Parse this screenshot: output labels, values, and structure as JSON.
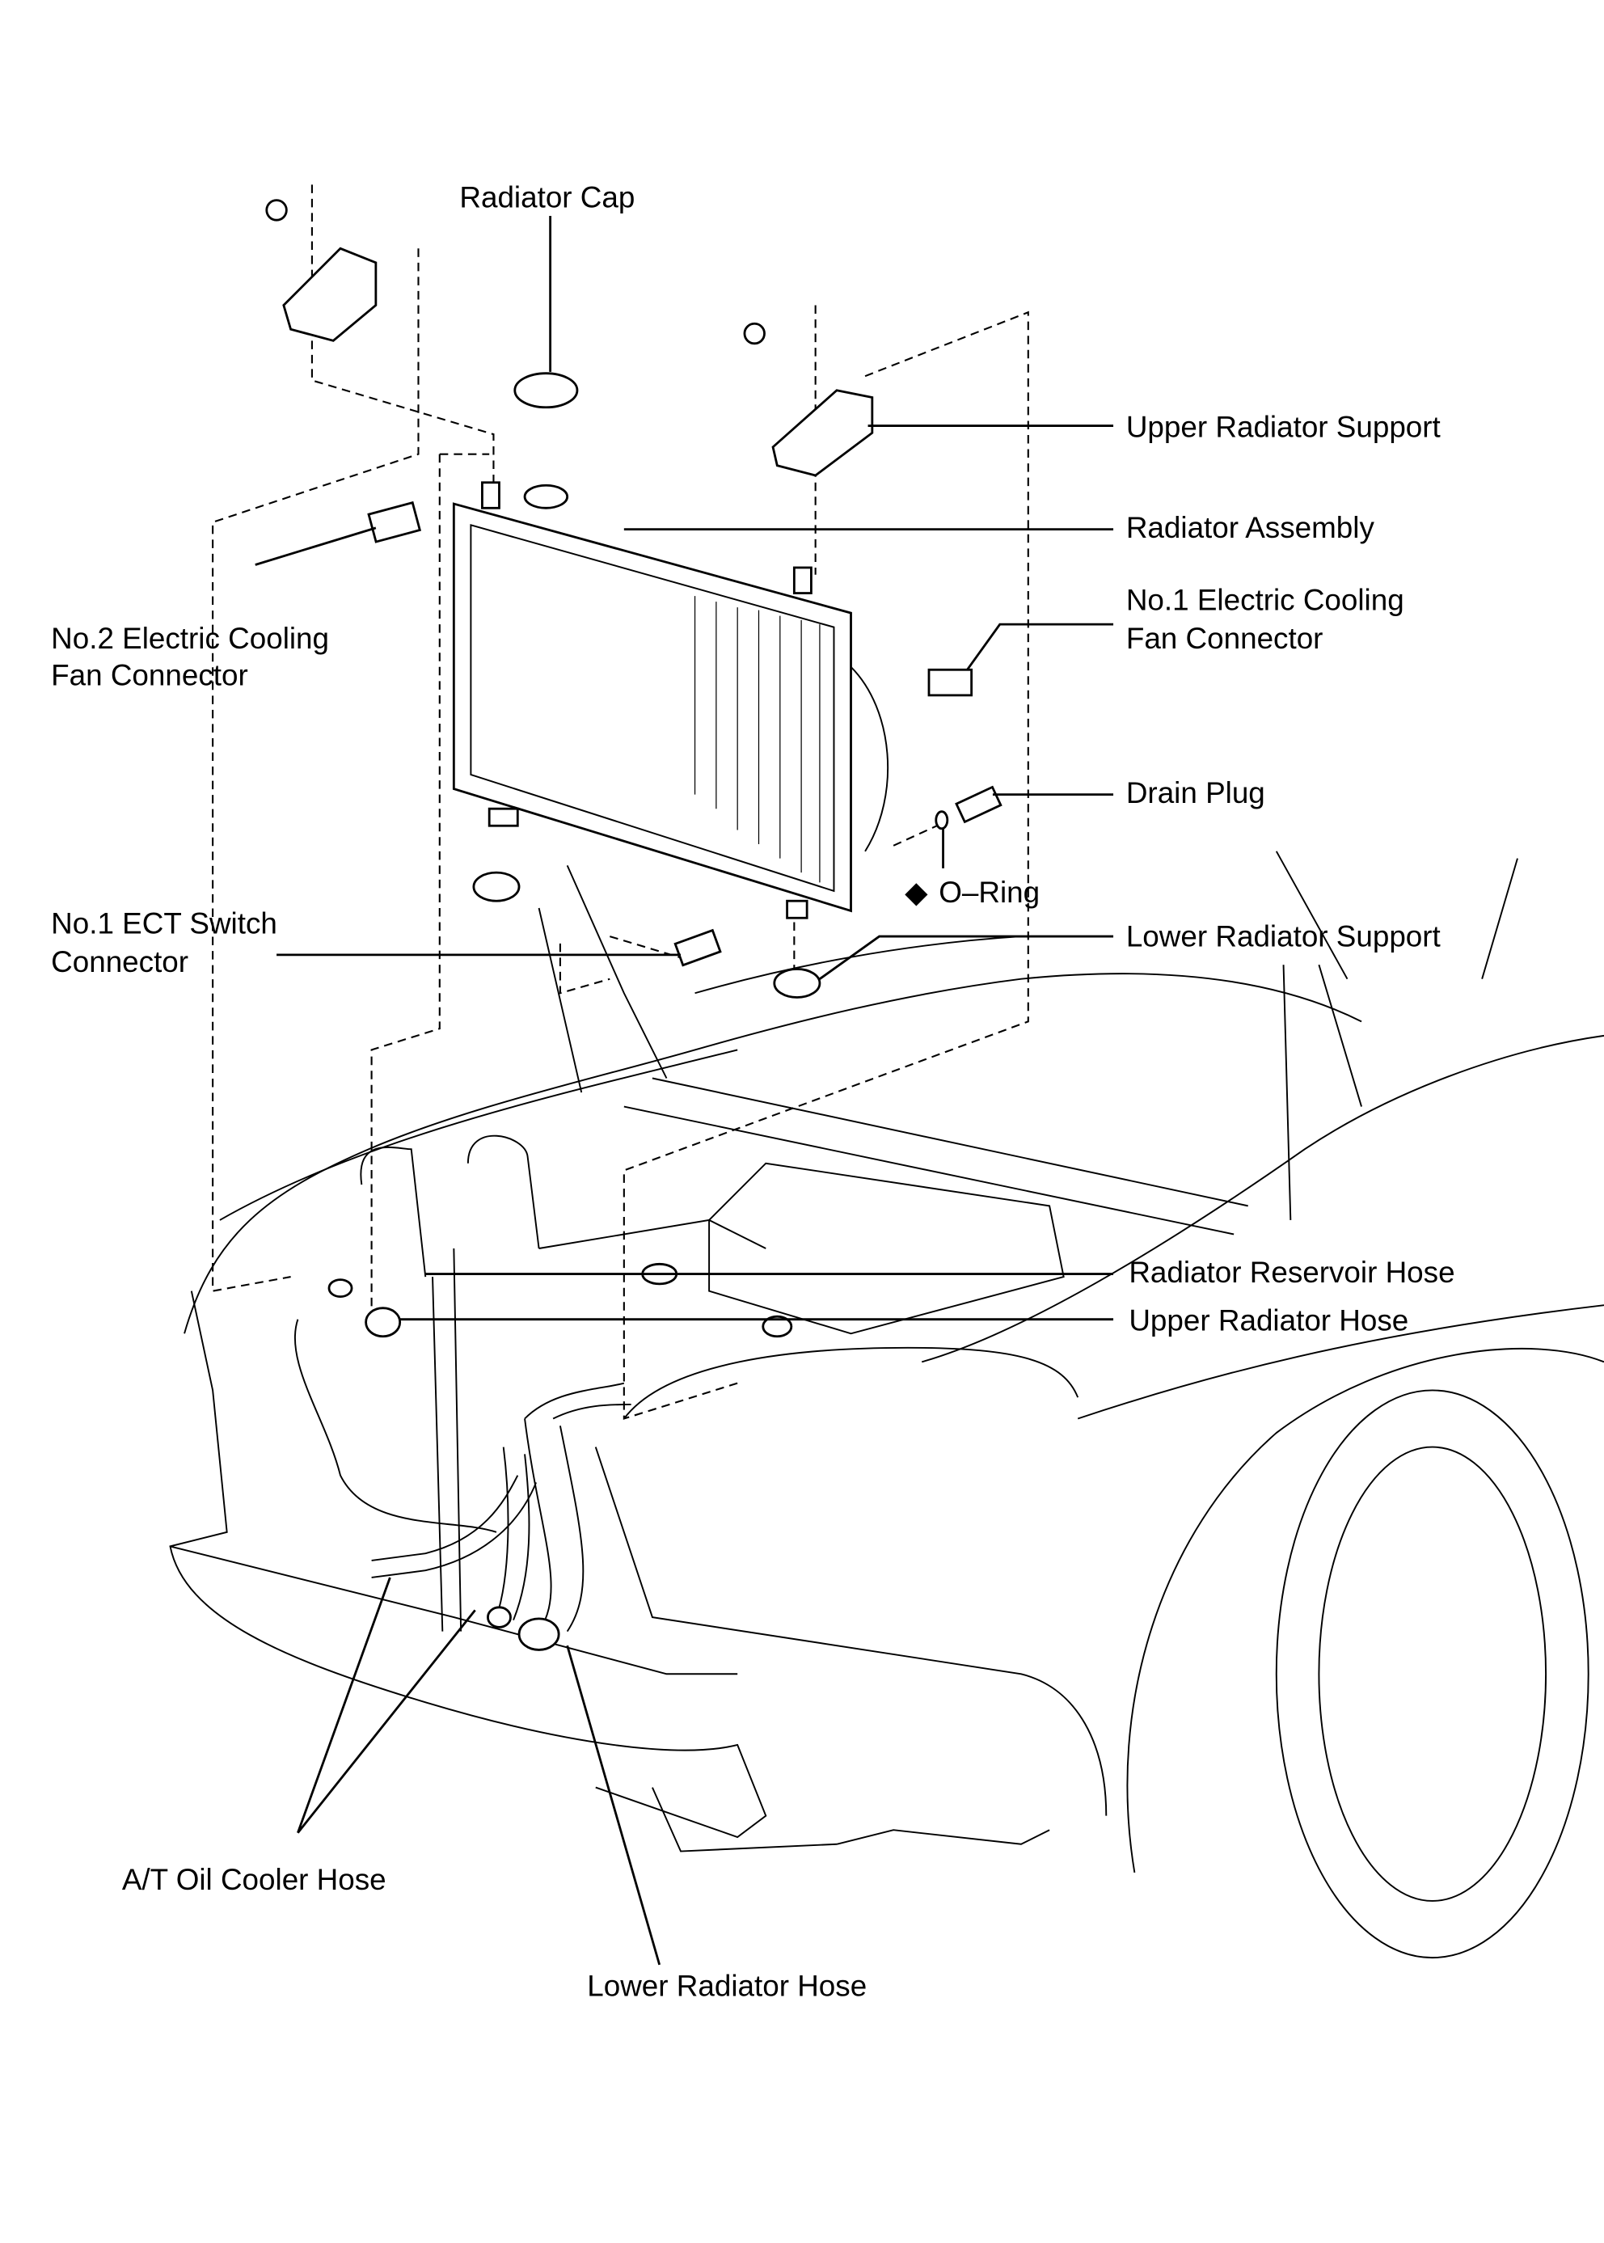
{
  "diagram": {
    "labels": {
      "radiator_cap": "Radiator Cap",
      "upper_radiator_support": "Upper Radiator Support",
      "radiator_assembly": "Radiator Assembly",
      "no1_fan_connector_line1": "No.1 Electric Cooling",
      "no1_fan_connector_line2": "Fan Connector",
      "no2_fan_connector_line1": "No.2 Electric Cooling",
      "no2_fan_connector_line2": "Fan Connector",
      "drain_plug": "Drain Plug",
      "o_ring": "O–Ring",
      "lower_radiator_support": "Lower Radiator Support",
      "ect_switch_line1": "No.1 ECT Switch",
      "ect_switch_line2": "Connector",
      "radiator_reservoir_hose": "Radiator Reservoir Hose",
      "upper_radiator_hose": "Upper Radiator Hose",
      "at_oil_cooler_hose": "A/T Oil Cooler Hose",
      "lower_radiator_hose": "Lower Radiator Hose"
    },
    "o_ring_marker": "◆",
    "colors": {
      "line": "#000000",
      "background": "#ffffff"
    }
  }
}
